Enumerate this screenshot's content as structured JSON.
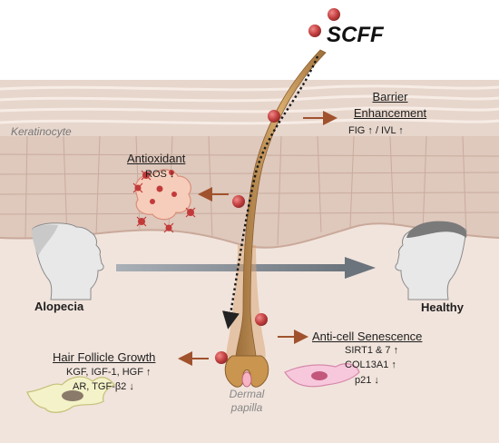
{
  "title": "SCFF",
  "layers": {
    "epidermis": "Keratinocyte",
    "papilla": [
      "Dermal",
      "papilla"
    ]
  },
  "states": {
    "left": "Alopecia",
    "right": "Healthy"
  },
  "effects": {
    "barrier": {
      "title": [
        "Barrier",
        "Enhancement"
      ],
      "detail": "FIG ↑ / IVL ↑"
    },
    "antioxidant": {
      "title": "Antioxidant",
      "detail": "ROS ↓"
    },
    "senescence": {
      "title": "Anti-cell Senescence",
      "details": [
        "SIRT1 & 7 ↑",
        "COL13A1 ↑",
        "p21 ↓"
      ]
    },
    "growth": {
      "title": "Hair Follicle Growth",
      "details": [
        "KGF, IGF-1, HGF ↑",
        "AR, TGF-β2  ↓"
      ]
    }
  },
  "icons": [
    "scff-particle-icon",
    "ros-cell-icon",
    "fibroblast-cell-icon",
    "senescent-cell-icon",
    "head-profile-icon",
    "hair-shaft-icon",
    "arrow-icon"
  ],
  "colors": {
    "particle": "#b83a3a",
    "arrow": "#a0522d",
    "hair": "#c89a5c",
    "skin": "#e6d4ca",
    "dermis": "#f1e4dc"
  }
}
